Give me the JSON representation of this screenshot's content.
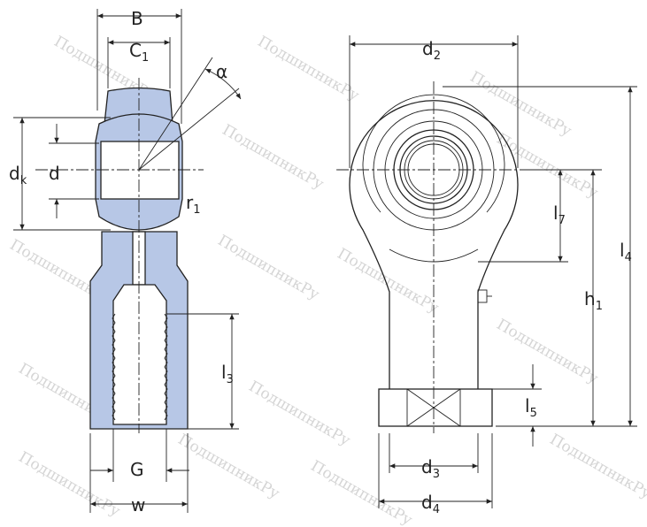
{
  "watermark": "ПодшипникРу",
  "left_view": {
    "labels": {
      "B": "B",
      "C": "C",
      "C_sub": "1",
      "alpha": "α",
      "dk": "d",
      "dk_sub": "k",
      "d": "d",
      "r": "r",
      "r_sub": "1",
      "l3": "l",
      "l3_sub": "3",
      "G": "G",
      "w": "w"
    }
  },
  "right_view": {
    "labels": {
      "d2": "d",
      "d2_sub": "2",
      "l7": "l",
      "l7_sub": "7",
      "h1": "h",
      "h1_sub": "1",
      "l4": "l",
      "l4_sub": "4",
      "l5": "l",
      "l5_sub": "5",
      "d3": "d",
      "d3_sub": "3",
      "d4": "d",
      "d4_sub": "4"
    }
  },
  "colors": {
    "section_fill": "#b7c7e6",
    "line": "#222222"
  }
}
